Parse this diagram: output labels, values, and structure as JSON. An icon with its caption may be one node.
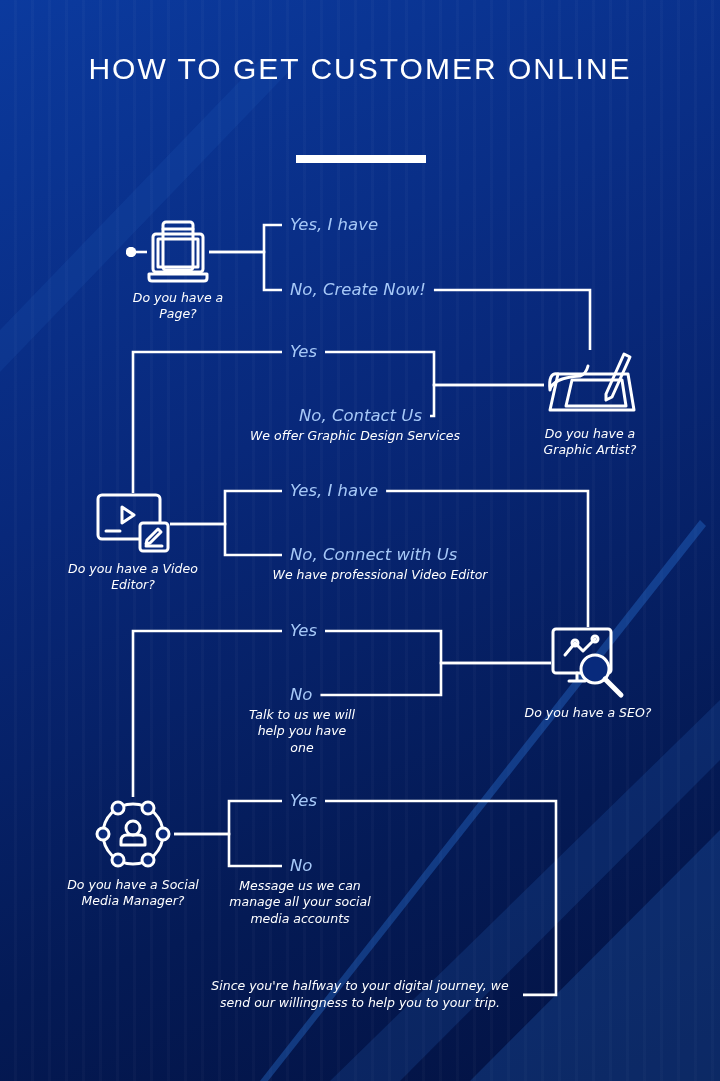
{
  "diagram": {
    "title": "HOW TO GET **CUSTOMER ONLINE**",
    "nodes": [
      {
        "text": [
          "Do you have a Page?"
        ]
      },
      {
        "text": [
          "Yes, I have"
        ]
      },
      {
        "text": [
          "No, Create Now!"
        ]
      },
      {
        "text": [
          "Do you have a Graphic Artist?"
        ]
      },
      {
        "text": [
          "Yes"
        ]
      },
      {
        "text": [
          "No, Contact Us"
        ],
        "beside": [
          "We offer Graphic Design Services"
        ]
      },
      {
        "text": [
          "Do you have a Video Editor?"
        ]
      },
      {
        "text": [
          "Yes, I have"
        ]
      },
      {
        "text": [
          "No, Connect with Us"
        ],
        "beside": [
          "We have professional Video Editor"
        ]
      },
      {
        "text": [
          "Do you have a SEO?"
        ]
      },
      {
        "text": [
          "Yes"
        ]
      },
      {
        "text": [
          "No"
        ],
        "beside": [
          "Talk to us we will help you have one"
        ]
      },
      {
        "text": [
          "Do you have a Social Media Manager?"
        ]
      },
      {
        "text": [
          "Yes"
        ]
      },
      {
        "text": [
          "No"
        ],
        "beside": [
          "Message us we can manage all your social media accounts"
        ]
      },
      {
        "text": [
          "Since you're halfway to your digital journey, we send our willingness to help you to your trip."
        ]
      }
    ],
    "edges": [
      {
        "from": null,
        "to": 0,
        "arrow": "other"
      },
      {
        "from": 0,
        "to": 1,
        "arrow": "none"
      },
      {
        "from": 0,
        "to": 2,
        "arrow": "none"
      },
      {
        "from": 2,
        "to": 3,
        "arrow": "none"
      },
      {
        "from": 3,
        "to": 4,
        "arrow": "none"
      },
      {
        "from": 3,
        "to": 5,
        "arrow": "none"
      },
      {
        "from": 4,
        "to": 6,
        "arrow": "none"
      },
      {
        "from": 6,
        "to": 7,
        "arrow": "none"
      },
      {
        "from": 6,
        "to": 8,
        "arrow": "none"
      },
      {
        "from": 7,
        "to": 9,
        "arrow": "none"
      },
      {
        "from": 9,
        "to": 10,
        "arrow": "none"
      },
      {
        "from": 9,
        "to": 11,
        "arrow": "none"
      },
      {
        "from": 10,
        "to": 12,
        "arrow": "none"
      },
      {
        "from": 12,
        "to": 13,
        "arrow": "none"
      },
      {
        "from": 12,
        "to": 14,
        "arrow": "none"
      },
      {
        "from": 13,
        "to": 15,
        "arrow": "none"
      }
    ]
  }
}
